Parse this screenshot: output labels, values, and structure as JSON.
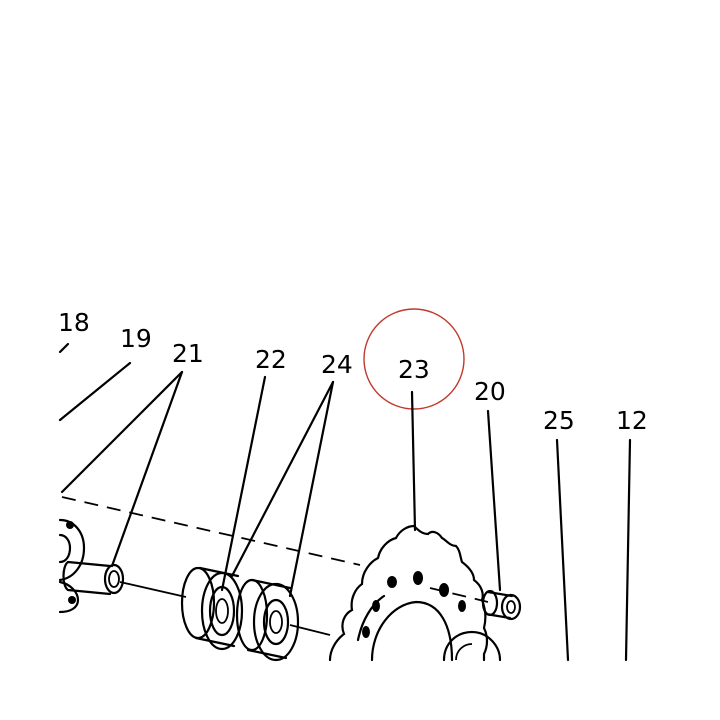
{
  "callouts": {
    "p18": "18",
    "p19": "19",
    "p21": "21",
    "p22": "22",
    "p24": "24",
    "p23": "23",
    "p20": "20",
    "p25": "25",
    "p12": "12"
  },
  "highlight": {
    "target": "23",
    "color": "#c0392b"
  }
}
